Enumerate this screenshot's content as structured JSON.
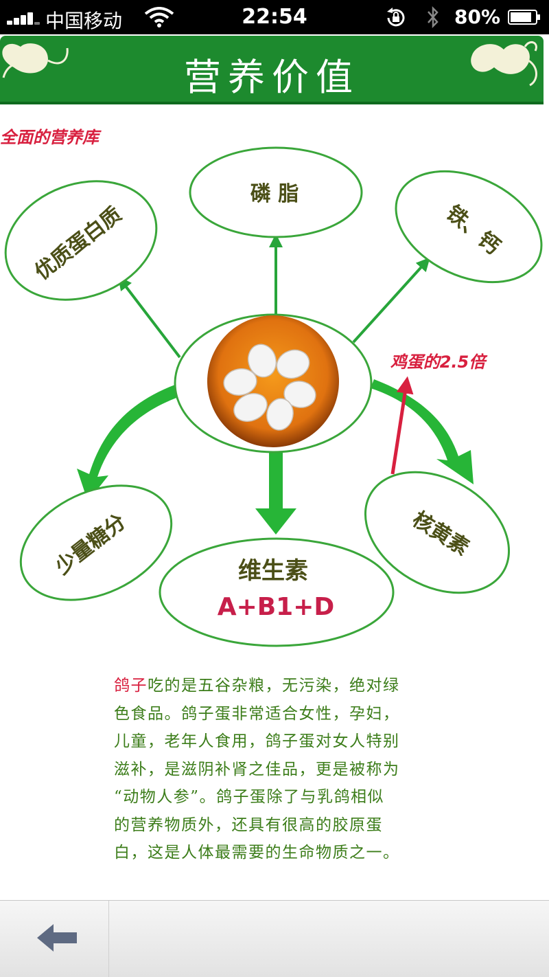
{
  "status_bar": {
    "carrier": "中国移动",
    "time": "22:54",
    "battery": "80%"
  },
  "header": {
    "title": "营养价值"
  },
  "diagram": {
    "subtitle": "全面的营养库",
    "nodes": {
      "protein": "优质蛋白质",
      "phospholipid": "磷 脂",
      "iron_calcium": "铁、钙",
      "sugar": "少量糖分",
      "vitamin_title": "维生素",
      "vitamin_value": "A+B1+D",
      "riboflavin": "核黄素"
    },
    "note": "鸡蛋的2.5倍"
  },
  "content": {
    "highlight": "鸽子",
    "lines": [
      "吃的是五谷杂粮，无污染，绝对绿",
      "色食品。鸽子蛋非常适合女性，孕妇，",
      "儿童，老年人食用，鸽子蛋对女人特别",
      "滋补，是滋阴补肾之佳品，更是被称为",
      "“动物人参”。鸽子蛋除了与乳鸽相似",
      "的营养物质外，还具有很高的胶原蛋",
      "白，这是人体最需要的生命物质之一。"
    ]
  },
  "colors": {
    "green": "#1d8a2e",
    "ellipse_stroke": "#3aa63a",
    "accent_red": "#d8203f",
    "text_olive": "#4b4f17"
  },
  "icons": {
    "back": "back-arrow-icon"
  }
}
